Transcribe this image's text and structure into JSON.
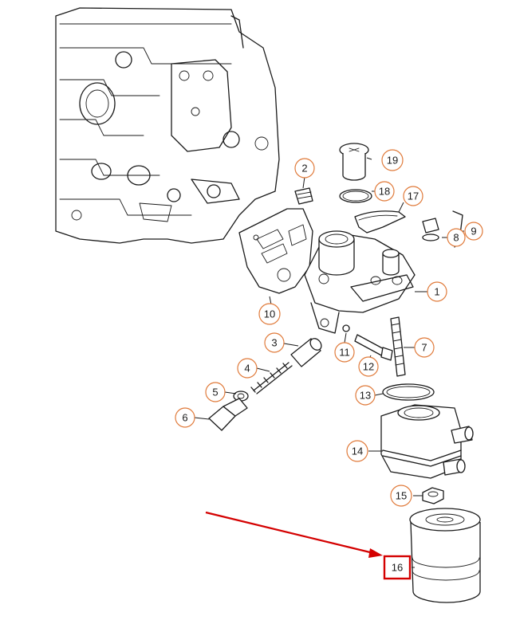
{
  "diagram": {
    "callouts": [
      {
        "id": "c1",
        "label": "1"
      },
      {
        "id": "c2",
        "label": "2"
      },
      {
        "id": "c3",
        "label": "3"
      },
      {
        "id": "c4",
        "label": "4"
      },
      {
        "id": "c5",
        "label": "5"
      },
      {
        "id": "c6",
        "label": "6"
      },
      {
        "id": "c7",
        "label": "7"
      },
      {
        "id": "c8",
        "label": "8"
      },
      {
        "id": "c9",
        "label": "9"
      },
      {
        "id": "c10",
        "label": "10"
      },
      {
        "id": "c11",
        "label": "11"
      },
      {
        "id": "c12",
        "label": "12"
      },
      {
        "id": "c13",
        "label": "13"
      },
      {
        "id": "c14",
        "label": "14"
      },
      {
        "id": "c15",
        "label": "15"
      },
      {
        "id": "c16",
        "label": "16"
      },
      {
        "id": "c17",
        "label": "17"
      },
      {
        "id": "c18",
        "label": "18"
      },
      {
        "id": "c19",
        "label": "19"
      }
    ],
    "highlighted_part": "16",
    "colors": {
      "line_art": "#1a1a1a",
      "callout_ring": "#e07a3a",
      "highlight": "#d40000",
      "background": "#ffffff"
    }
  }
}
